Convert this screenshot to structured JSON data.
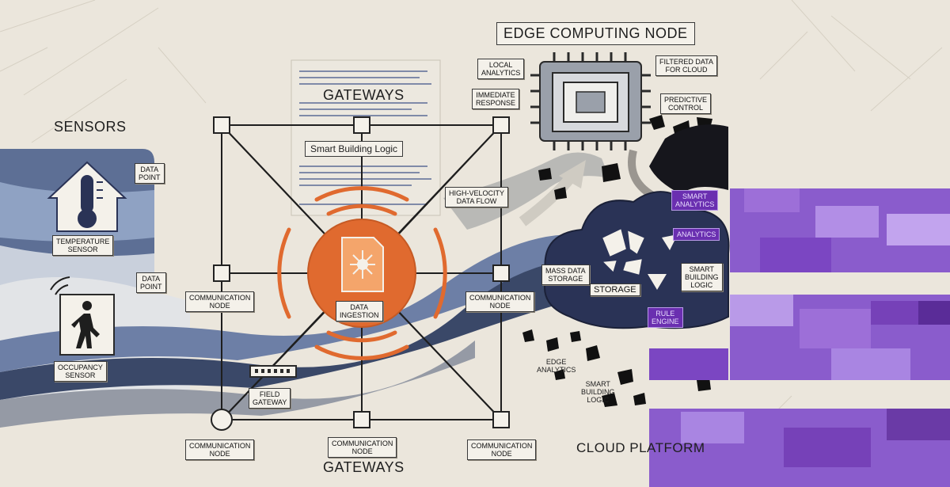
{
  "titles": {
    "sensors": "SENSORS",
    "gateways_top": "GATEWAYS",
    "gateways_bottom": "GATEWAYS",
    "edge": "EDGE COMPUTING NODE",
    "cloud": "CLOUD PLATFORM",
    "smart_logic": "Smart Building Logic"
  },
  "sensors": {
    "temperature": "TEMPERATURE\nSENSOR",
    "occupancy": "OCCUPANCY\nSENSOR",
    "data_point_1": "DATA\nPOINT",
    "data_point_2": "DATA\nPOINT"
  },
  "network": {
    "comm_left": "COMMUNICATION\nNODE",
    "comm_right": "COMMUNICATION\nNODE",
    "comm_bottom_left": "COMMUNICATION\nNODE",
    "comm_bottom_mid": "COMMUNICATION\nNODE",
    "comm_bottom_right": "COMMUNICATION\nNODE",
    "field_gateway": "FIELD\nGATEWAY",
    "data_ingestion": "DATA\nINGESTION",
    "high_velocity": "HIGH-VELOCITY\nDATA FLOW"
  },
  "edge": {
    "local_analytics": "LOCAL\nANALYTICS",
    "immediate_response": "IMMEDIATE\nRESPONSE",
    "filtered": "FILTERED DATA\nFOR CLOUD",
    "predictive": "PREDICTIVE\nCONTROL"
  },
  "cloud": {
    "mass_storage": "MASS DATA\nSTORAGE",
    "storage": "STORAGE",
    "analytics_top": "SMART\nANALYTICS",
    "analytics": "ANALYTICS",
    "smart_logic": "SMART\nBUILDING\nLOGIC",
    "rule_engine": "RULE\nENGINE",
    "edge_analytics": "EDGE\nANALYTICS",
    "smart_logic_2": "SMART\nBUILDING\nLOGIC"
  },
  "colors": {
    "accent": "#e06a2f",
    "cloud_blue": "#2a3356",
    "glitch_purple": "#8a5ccc",
    "paper": "#ebe6dc"
  },
  "icons": [
    "thermometer-house-icon",
    "pedestrian-icon",
    "document-network-icon",
    "cpu-chip-icon",
    "router-icon",
    "broken-circle-icon",
    "arrow-icon"
  ]
}
